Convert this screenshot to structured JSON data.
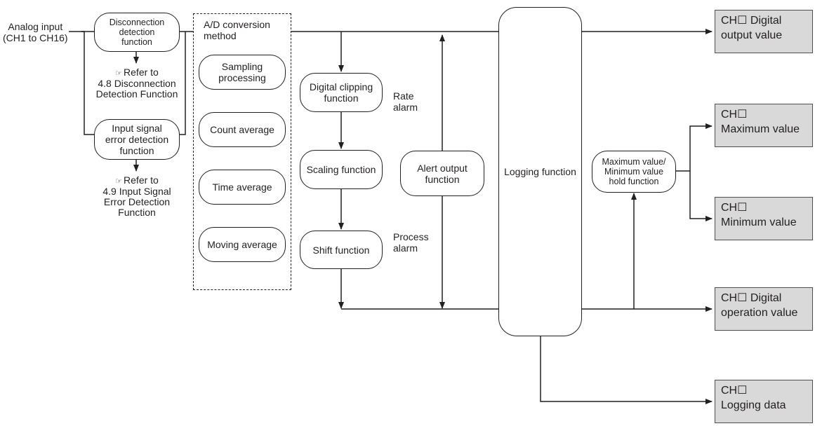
{
  "input": {
    "label": "Analog input\n(CH1 to CH16)"
  },
  "functions": {
    "disconnection": "Disconnection\ndetection\nfunction",
    "input_signal_error": "Input signal\nerror detection\nfunction",
    "digital_clipping": "Digital clipping\nfunction",
    "scaling": "Scaling function",
    "shift": "Shift function",
    "alert_output": "Alert output\nfunction",
    "logging": "Logging function",
    "max_min_hold": "Maximum value/\nMinimum value\nhold function"
  },
  "references": {
    "disconnection": {
      "icon": "book-reference-icon",
      "text": "Refer to\n4.8 Disconnection\nDetection Function"
    },
    "input_signal_error": {
      "icon": "book-reference-icon",
      "text": "Refer to\n4.9 Input Signal\nError Detection\nFunction"
    }
  },
  "ad_conversion": {
    "title": "A/D conversion\nmethod",
    "methods": [
      "Sampling\nprocessing",
      "Count average",
      "Time average",
      "Moving average"
    ]
  },
  "alarms": {
    "rate": "Rate\nalarm",
    "process": "Process\nalarm"
  },
  "outputs": {
    "digital_output": "CH☐ Digital\noutput value",
    "maximum": "CH☐\nMaximum value",
    "minimum": "CH☐\nMinimum value",
    "digital_operation": "CH☐ Digital\noperation value",
    "logging_data": "CH☐\nLogging data"
  },
  "colors": {
    "line": "#231f20",
    "output_fill": "#d9d9d9"
  }
}
